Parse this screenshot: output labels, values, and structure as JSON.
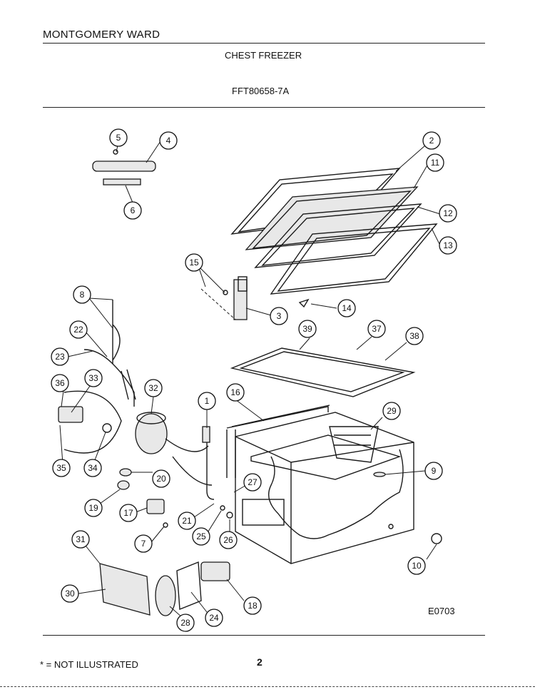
{
  "header": {
    "brand": "MONTGOMERY WARD",
    "title": "CHEST FREEZER",
    "model": "FFT80658-7A"
  },
  "diagram": {
    "code": "E0703",
    "callouts": [
      "1",
      "2",
      "3",
      "4",
      "5",
      "6",
      "7",
      "8",
      "9",
      "10",
      "11",
      "12",
      "13",
      "14",
      "15",
      "16",
      "17",
      "18",
      "19",
      "20",
      "21",
      "22",
      "23",
      "24",
      "25",
      "26",
      "27",
      "28",
      "29",
      "30",
      "31",
      "32",
      "33",
      "34",
      "35",
      "36",
      "37",
      "38",
      "39"
    ]
  },
  "footer": {
    "note": "* = NOT ILLUSTRATED",
    "page": "2"
  }
}
